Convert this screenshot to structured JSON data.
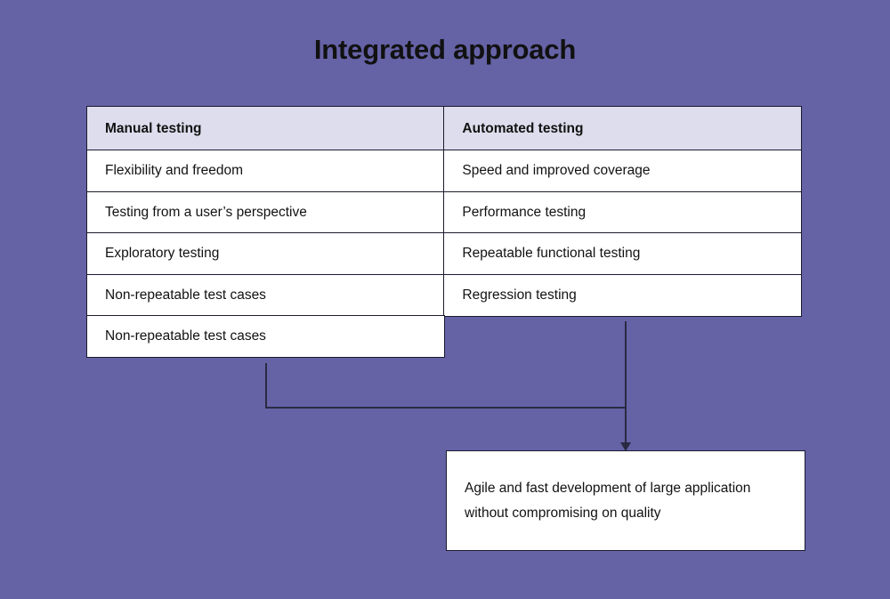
{
  "slide": {
    "title": "Integrated approach",
    "background_color": "#6562a6",
    "box_fill": "#ffffff",
    "header_fill": "#dedded",
    "border_color": "#1b1b2f",
    "text_color": "#121212"
  },
  "table": {
    "headers": [
      "Manual testing",
      "Automated testing"
    ],
    "rows": [
      [
        "Flexibility and freedom",
        "Speed and improved coverage"
      ],
      [
        "Testing from a user’s perspective",
        "Performance testing"
      ],
      [
        "Exploratory testing",
        "Repeatable functional testing"
      ],
      [
        "Non-repeatable test cases",
        "Regression testing"
      ],
      [
        "Non-repeatable test cases",
        ""
      ]
    ]
  },
  "outcome": {
    "text": "Agile and fast development of large application without compromising on quality"
  }
}
